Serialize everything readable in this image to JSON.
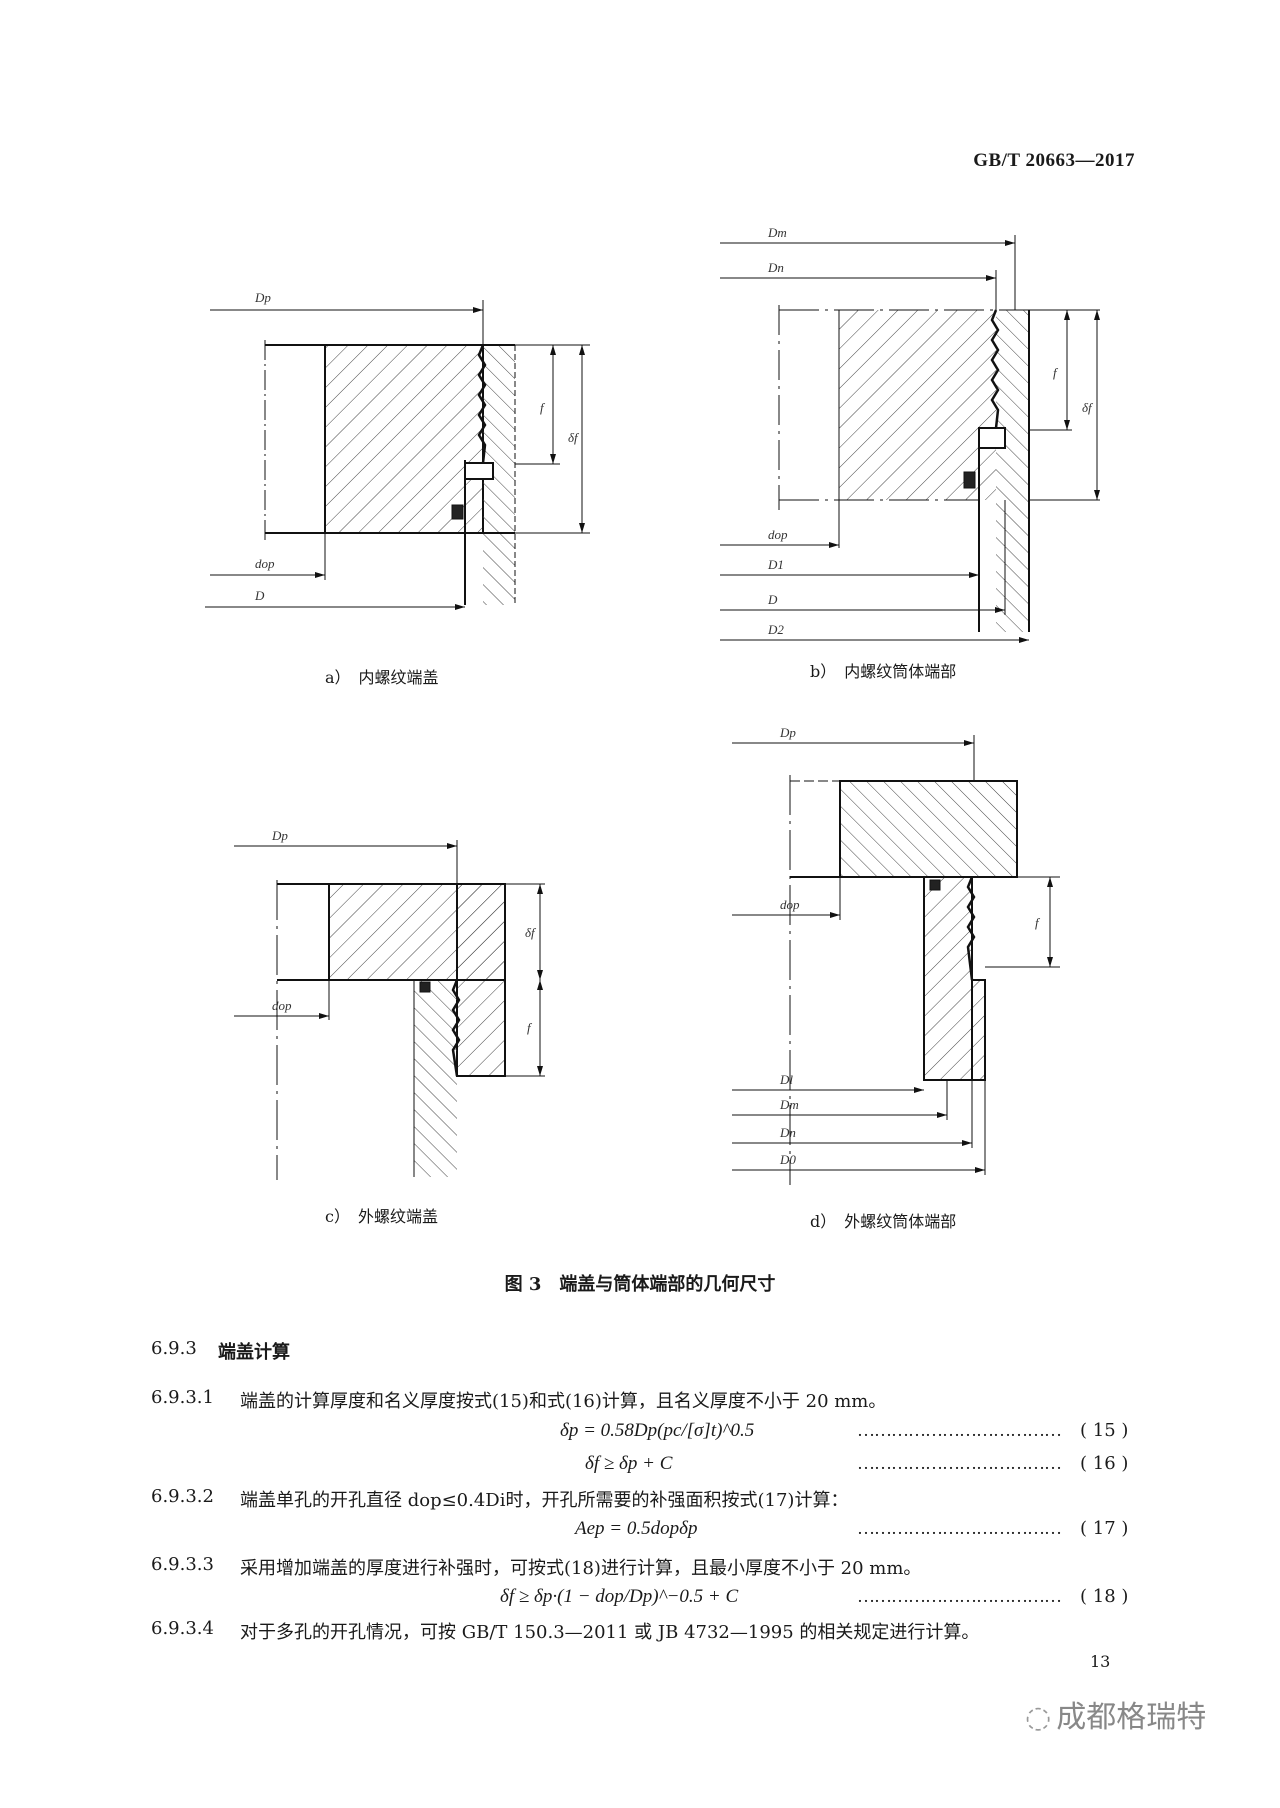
{
  "header": {
    "standard_code": "GB/T 20663—2017"
  },
  "figure": {
    "title": "图 3　端盖与筒体端部的几何尺寸",
    "subfigures": [
      {
        "caption": "a）　内螺纹端盖",
        "labels": [
          "Dp",
          "dop",
          "D",
          "f",
          "δf"
        ]
      },
      {
        "caption": "b）　内螺纹筒体端部",
        "labels": [
          "Dm",
          "Dn",
          "dop",
          "D1",
          "D",
          "D2",
          "f",
          "δf"
        ]
      },
      {
        "caption": "c）　外螺纹端盖",
        "labels": [
          "Dp",
          "dop",
          "δf",
          "f"
        ]
      },
      {
        "caption": "d）　外螺纹筒体端部",
        "labels": [
          "Dp",
          "dop",
          "f",
          "Dl",
          "Dm",
          "Dn",
          "D0"
        ]
      }
    ]
  },
  "section": {
    "number": "6.9.3",
    "title": "端盖计算",
    "items": [
      {
        "number": "6.9.3.1",
        "text": "端盖的计算厚度和名义厚度按式(15)和式(16)计算，且名义厚度不小于 20 mm。"
      },
      {
        "number": "6.9.3.2",
        "text": "端盖单孔的开孔直径 dop≤0.4Di时，开孔所需要的补强面积按式(17)计算："
      },
      {
        "number": "6.9.3.3",
        "text": "采用增加端盖的厚度进行补强时，可按式(18)进行计算，且最小厚度不小于 20 mm。"
      },
      {
        "number": "6.9.3.4",
        "text": "对于多孔的开孔情况，可按 GB/T 150.3—2011 或 JB 4732—1995 的相关规定进行计算。"
      }
    ],
    "equations": [
      {
        "expr": "δp = 0.58Dp(pc/[σ]t)^0.5",
        "dots": "………………………………",
        "number": "( 15 )"
      },
      {
        "expr": "δf ≥ δp + C",
        "dots": "………………………………",
        "number": "( 16 )"
      },
      {
        "expr": "Aep = 0.5dopδp",
        "dots": "………………………………",
        "number": "( 17 )"
      },
      {
        "expr": "δf ≥ δp·(1 − dop/Dp)^−0.5 + C",
        "dots": "………………………………",
        "number": "( 18 )"
      }
    ]
  },
  "footer": {
    "page_number": "13",
    "watermark": "成都格瑞特"
  }
}
